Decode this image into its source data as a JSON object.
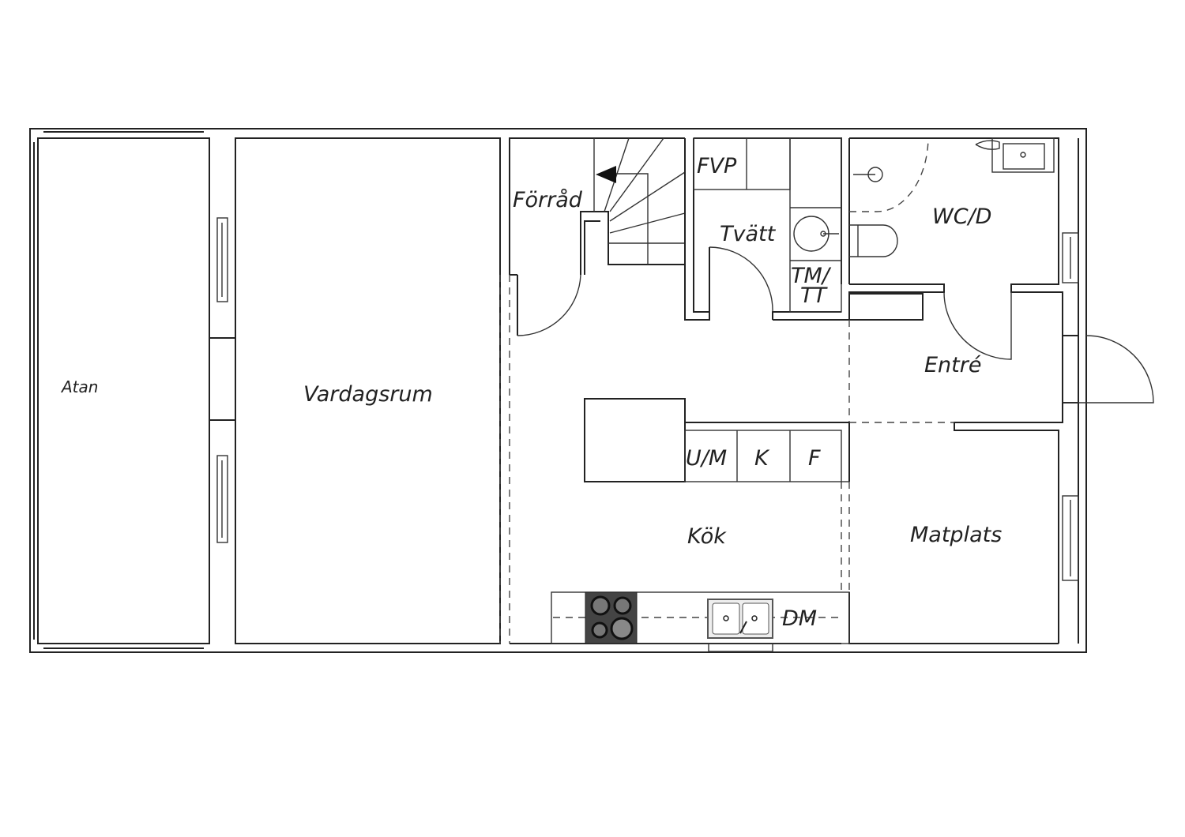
{
  "plan": {
    "rooms": {
      "atan": "Atan",
      "vardagsrum": "Vardagsrum",
      "forrad": "Förråd",
      "fvp": "FVP",
      "tvatt": "Tvätt",
      "tm": "TM/",
      "tt": "TT",
      "wcd": "WC/D",
      "entre": "Entré",
      "um": "U/M",
      "k": "K",
      "f": "F",
      "kok": "Kök",
      "dm": "DM",
      "matplats": "Matplats"
    },
    "colors": {
      "line": "#222222",
      "hob": "#444444",
      "background": "#ffffff"
    }
  }
}
